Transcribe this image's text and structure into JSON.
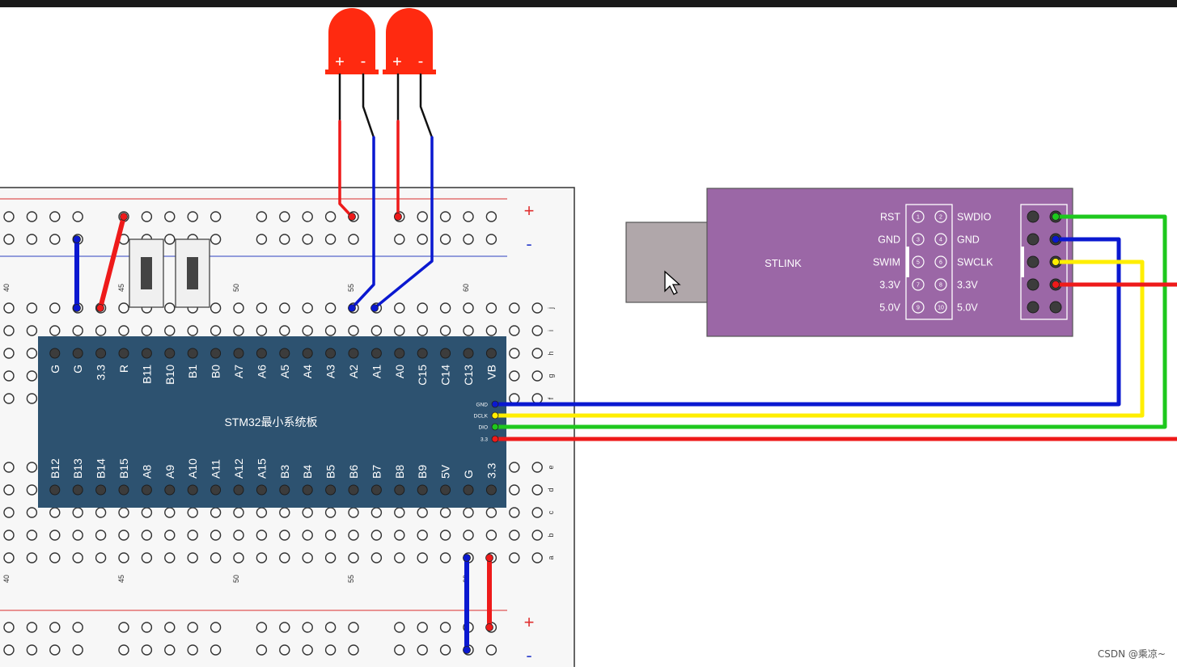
{
  "breadboard": {
    "top_rail_plus": "+",
    "top_rail_minus": "-",
    "bottom_rail_plus": "+",
    "bottom_rail_minus": "-",
    "column_numbers": [
      "40",
      "45",
      "50",
      "55",
      "60"
    ],
    "row_letters_top": [
      "j",
      "i",
      "h",
      "g",
      "f"
    ],
    "row_letters_bottom": [
      "e",
      "d",
      "c",
      "b",
      "a"
    ]
  },
  "leds": [
    {
      "plus": "+",
      "minus": "-",
      "color": "#ff2a10"
    },
    {
      "plus": "+",
      "minus": "-",
      "color": "#ff2a10"
    }
  ],
  "stm32": {
    "title": "STM32最小系统板",
    "top_pins": [
      "G",
      "G",
      "3.3",
      "R",
      "B11",
      "B10",
      "B1",
      "B0",
      "A7",
      "A6",
      "A5",
      "A4",
      "A3",
      "A2",
      "A1",
      "A0",
      "C15",
      "C14",
      "C13",
      "VB"
    ],
    "bottom_pins": [
      "B12",
      "B13",
      "B14",
      "B15",
      "A8",
      "A9",
      "A10",
      "A11",
      "A12",
      "A15",
      "B3",
      "B4",
      "B5",
      "B6",
      "B7",
      "B8",
      "B9",
      "5V",
      "G",
      "3.3"
    ],
    "debug_pins": [
      "GND",
      "DCLK",
      "DIO",
      "3.3"
    ],
    "color": "#2d5270"
  },
  "stlink": {
    "title": "STLINK",
    "left_labels": [
      "RST",
      "GND",
      "SWIM",
      "3.3V",
      "5.0V"
    ],
    "right_labels": [
      "SWDIO",
      "GND",
      "SWCLK",
      "3.3V",
      "5.0V"
    ],
    "pin_numbers_left": [
      "1",
      "3",
      "5",
      "7",
      "9"
    ],
    "pin_numbers_right": [
      "2",
      "4",
      "6",
      "8",
      "10"
    ],
    "color": "#9b67a6"
  },
  "wire_colors": {
    "gnd": "#0a18d0",
    "clk": "#ffee00",
    "dio": "#1ec81e",
    "power": "#ee1a1a"
  },
  "watermark": "CSDN @乘凉~"
}
